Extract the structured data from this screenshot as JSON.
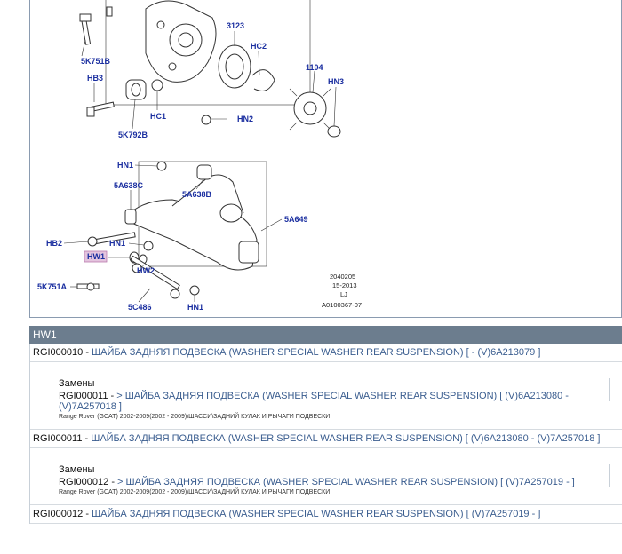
{
  "diagram": {
    "labels": {
      "l_5k751b": "5K751B",
      "l_hb3": "HB3",
      "l_5k792b": "5K792B",
      "l_hc1": "HC1",
      "l_3123": "3123",
      "l_hc2": "HC2",
      "l_hn2": "HN2",
      "l_1104": "1104",
      "l_hn3": "HN3",
      "l_hn1a": "HN1",
      "l_5a638c": "5A638C",
      "l_5a638b": "5A638B",
      "l_5a649": "5A649",
      "l_hb2": "HB2",
      "l_hn1b": "HN1",
      "l_hw1": "HW1",
      "l_hw2": "HW2",
      "l_5k751a": "5K751A",
      "l_5c486": "5C486",
      "l_hn1c": "HN1"
    },
    "ref": {
      "r1": "2040205",
      "r2": "15-2013",
      "r3": "LJ",
      "r4": "A0100367-07"
    }
  },
  "section": {
    "title": "HW1"
  },
  "rows": [
    {
      "code": "RGI000010",
      "sep": " - ",
      "desc": "ШАЙБА ЗАДНЯЯ ПОДВЕСКА (WASHER SPECIAL WASHER REAR SUSPENSION) [ - (V)6A213079 ]"
    },
    {
      "code": "RGI000011",
      "sep": " - ",
      "desc": "ШАЙБА ЗАДНЯЯ ПОДВЕСКА (WASHER SPECIAL WASHER REAR SUSPENSION) [ (V)6A213080 - (V)7A257018 ]"
    },
    {
      "code": "RGI000012",
      "sep": " - ",
      "desc": "ШАЙБА ЗАДНЯЯ ПОДВЕСКА (WASHER SPECIAL WASHER REAR SUSPENSION) [ (V)7A257019 - ]"
    }
  ],
  "replacements": [
    {
      "title": "Замены",
      "code": "RGI000011",
      "sep": " - ",
      "desc": "> ШАЙБА ЗАДНЯЯ ПОДВЕСКА (WASHER SPECIAL WASHER REAR SUSPENSION) [ (V)6A213080 - (V)7A257018 ]",
      "note": "Range Rover (GCAT) 2002-2009(2002 - 2009)\\ШАССИ\\ЗАДНИЙ КУЛАК И РЫЧАГИ ПОДВЕСКИ"
    },
    {
      "title": "Замены",
      "code": "RGI000012",
      "sep": " - ",
      "desc": "> ШАЙБА ЗАДНЯЯ ПОДВЕСКА (WASHER SPECIAL WASHER REAR SUSPENSION) [ (V)7A257019 - ]",
      "note": "Range Rover (GCAT) 2002-2009(2002 - 2009)\\ШАССИ\\ЗАДНИЙ КУЛАК И РЫЧАГИ ПОДВЕСКИ"
    }
  ]
}
